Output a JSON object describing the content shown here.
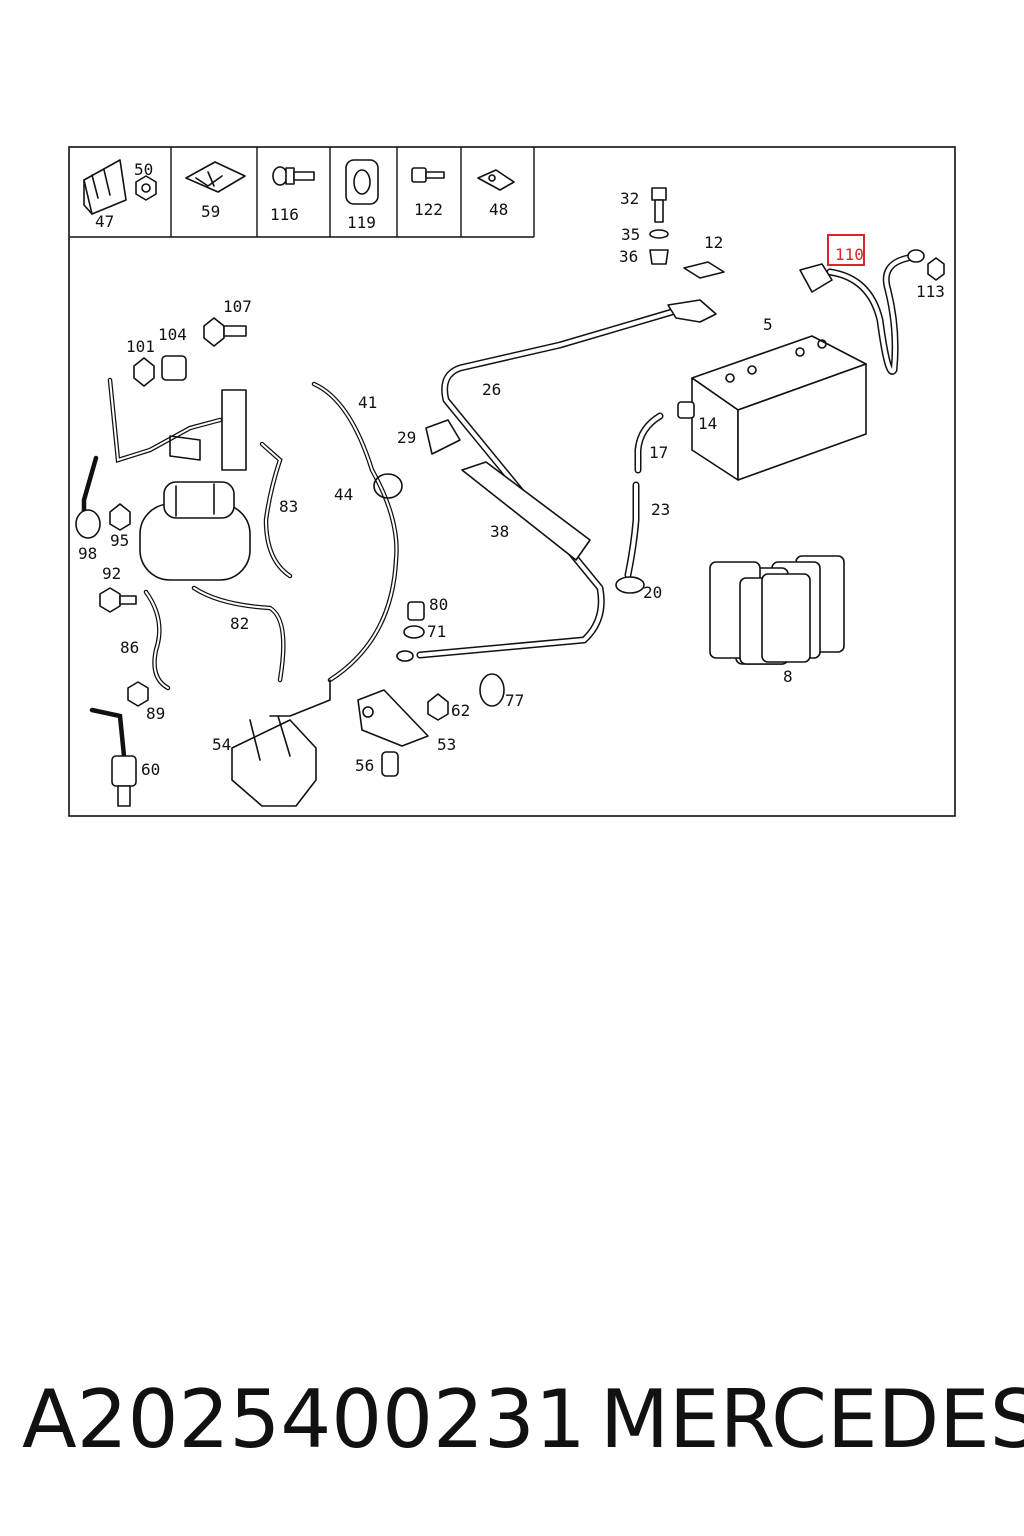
{
  "diagram": {
    "highlighted_label": "110",
    "accent_color": "#d9262c",
    "header_labels": [
      "50",
      "47",
      "59",
      "116",
      "119",
      "122",
      "48"
    ],
    "labels": [
      "32",
      "35",
      "36",
      "12",
      "113",
      "5",
      "107",
      "104",
      "101",
      "41",
      "26",
      "29",
      "14",
      "17",
      "83",
      "44",
      "38",
      "23",
      "98",
      "95",
      "92",
      "20",
      "80",
      "71",
      "82",
      "86",
      "8",
      "89",
      "77",
      "62",
      "54",
      "53",
      "60",
      "56"
    ]
  },
  "caption": {
    "part_number": "A2025400231",
    "brand": "MERCEDES"
  }
}
